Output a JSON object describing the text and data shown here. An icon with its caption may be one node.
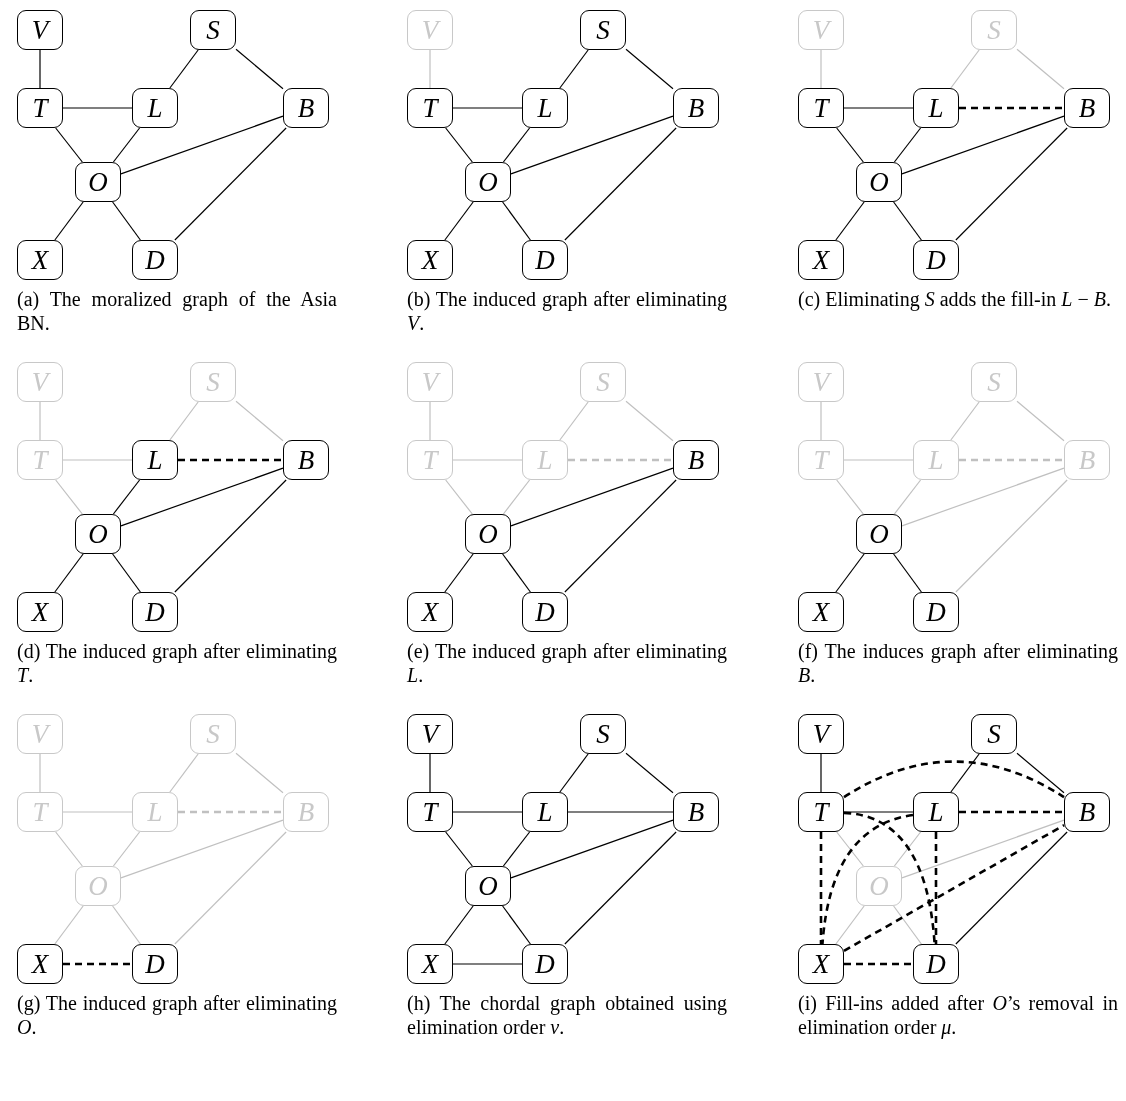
{
  "diagram": {
    "nodes": [
      {
        "text": [
          "V"
        ]
      },
      {
        "text": [
          "S"
        ]
      },
      {
        "text": [
          "T"
        ]
      },
      {
        "text": [
          "L"
        ]
      },
      {
        "text": [
          "B"
        ]
      },
      {
        "text": [
          "O"
        ]
      },
      {
        "text": [
          "X"
        ]
      },
      {
        "text": [
          "D"
        ]
      },
      {
        "text": [
          "V"
        ]
      },
      {
        "text": [
          "S"
        ]
      },
      {
        "text": [
          "T"
        ]
      },
      {
        "text": [
          "L"
        ]
      },
      {
        "text": [
          "B"
        ]
      },
      {
        "text": [
          "O"
        ]
      },
      {
        "text": [
          "X"
        ]
      },
      {
        "text": [
          "D"
        ]
      },
      {
        "text": [
          "V"
        ]
      },
      {
        "text": [
          "S"
        ]
      },
      {
        "text": [
          "T"
        ]
      },
      {
        "text": [
          "L"
        ]
      },
      {
        "text": [
          "B"
        ]
      },
      {
        "text": [
          "O"
        ]
      },
      {
        "text": [
          "X"
        ]
      },
      {
        "text": [
          "D"
        ]
      },
      {
        "text": [
          "V"
        ]
      },
      {
        "text": [
          "S"
        ]
      },
      {
        "text": [
          "T"
        ]
      },
      {
        "text": [
          "L"
        ]
      },
      {
        "text": [
          "B"
        ]
      },
      {
        "text": [
          "O"
        ]
      },
      {
        "text": [
          "X"
        ]
      },
      {
        "text": [
          "D"
        ]
      },
      {
        "text": [
          "V"
        ]
      },
      {
        "text": [
          "S"
        ]
      },
      {
        "text": [
          "T"
        ]
      },
      {
        "text": [
          "L"
        ]
      },
      {
        "text": [
          "B"
        ]
      },
      {
        "text": [
          "O"
        ]
      },
      {
        "text": [
          "X"
        ]
      },
      {
        "text": [
          "D"
        ]
      },
      {
        "text": [
          "V"
        ]
      },
      {
        "text": [
          "S"
        ]
      },
      {
        "text": [
          "T"
        ]
      },
      {
        "text": [
          "L"
        ]
      },
      {
        "text": [
          "B"
        ]
      },
      {
        "text": [
          "O"
        ]
      },
      {
        "text": [
          "X"
        ]
      },
      {
        "text": [
          "D"
        ]
      },
      {
        "text": [
          "V"
        ]
      },
      {
        "text": [
          "S"
        ]
      },
      {
        "text": [
          "T"
        ]
      },
      {
        "text": [
          "L"
        ]
      },
      {
        "text": [
          "B"
        ]
      },
      {
        "text": [
          "O"
        ]
      },
      {
        "text": [
          "X"
        ]
      },
      {
        "text": [
          "D"
        ]
      },
      {
        "text": [
          "V"
        ]
      },
      {
        "text": [
          "S"
        ]
      },
      {
        "text": [
          "T"
        ]
      },
      {
        "text": [
          "L"
        ]
      },
      {
        "text": [
          "B"
        ]
      },
      {
        "text": [
          "O"
        ]
      },
      {
        "text": [
          "X"
        ]
      },
      {
        "text": [
          "D"
        ]
      },
      {
        "text": [
          "V"
        ]
      },
      {
        "text": [
          "S"
        ]
      },
      {
        "text": [
          "T"
        ]
      },
      {
        "text": [
          "L"
        ]
      },
      {
        "text": [
          "B"
        ]
      },
      {
        "text": [
          "O"
        ]
      },
      {
        "text": [
          "X"
        ]
      },
      {
        "text": [
          "D"
        ]
      }
    ],
    "edges": [
      {
        "from": 0,
        "to": 2,
        "arrow": "none"
      },
      {
        "from": 1,
        "to": 3,
        "arrow": "none"
      },
      {
        "from": 1,
        "to": 4,
        "arrow": "none"
      },
      {
        "from": 2,
        "to": 3,
        "arrow": "none"
      },
      {
        "from": 2,
        "to": 5,
        "arrow": "none"
      },
      {
        "from": 3,
        "to": 5,
        "arrow": "none"
      },
      {
        "from": 5,
        "to": 4,
        "arrow": "none"
      },
      {
        "from": 5,
        "to": 6,
        "arrow": "none"
      },
      {
        "from": 5,
        "to": 7,
        "arrow": "none"
      },
      {
        "from": 4,
        "to": 7,
        "arrow": "none"
      },
      {
        "from": 8,
        "to": 10,
        "arrow": "none",
        "color": "#c0c0c0"
      },
      {
        "from": 9,
        "to": 11,
        "arrow": "none"
      },
      {
        "from": 9,
        "to": 12,
        "arrow": "none"
      },
      {
        "from": 10,
        "to": 11,
        "arrow": "none"
      },
      {
        "from": 10,
        "to": 13,
        "arrow": "none"
      },
      {
        "from": 11,
        "to": 13,
        "arrow": "none"
      },
      {
        "from": 13,
        "to": 12,
        "arrow": "none"
      },
      {
        "from": 13,
        "to": 14,
        "arrow": "none"
      },
      {
        "from": 13,
        "to": 15,
        "arrow": "none"
      },
      {
        "from": 12,
        "to": 15,
        "arrow": "none"
      },
      {
        "from": 16,
        "to": 18,
        "arrow": "none",
        "color": "#c0c0c0"
      },
      {
        "from": 17,
        "to": 19,
        "arrow": "none",
        "color": "#c0c0c0"
      },
      {
        "from": 17,
        "to": 20,
        "arrow": "none",
        "color": "#c0c0c0"
      },
      {
        "from": 18,
        "to": 19,
        "arrow": "none"
      },
      {
        "from": 18,
        "to": 21,
        "arrow": "none"
      },
      {
        "from": 19,
        "to": 21,
        "arrow": "none"
      },
      {
        "from": 21,
        "to": 20,
        "arrow": "none"
      },
      {
        "from": 21,
        "to": 22,
        "arrow": "none"
      },
      {
        "from": 21,
        "to": 23,
        "arrow": "none"
      },
      {
        "from": 20,
        "to": 23,
        "arrow": "none"
      },
      {
        "from": 19,
        "to": 20,
        "arrow": "none",
        "style": "dashed"
      },
      {
        "from": 24,
        "to": 26,
        "arrow": "none",
        "color": "#c0c0c0"
      },
      {
        "from": 25,
        "to": 27,
        "arrow": "none",
        "color": "#c0c0c0"
      },
      {
        "from": 25,
        "to": 28,
        "arrow": "none",
        "color": "#c0c0c0"
      },
      {
        "from": 26,
        "to": 27,
        "arrow": "none",
        "color": "#c0c0c0"
      },
      {
        "from": 26,
        "to": 29,
        "arrow": "none",
        "color": "#c0c0c0"
      },
      {
        "from": 27,
        "to": 29,
        "arrow": "none"
      },
      {
        "from": 29,
        "to": 28,
        "arrow": "none"
      },
      {
        "from": 29,
        "to": 30,
        "arrow": "none"
      },
      {
        "from": 29,
        "to": 31,
        "arrow": "none"
      },
      {
        "from": 28,
        "to": 31,
        "arrow": "none"
      },
      {
        "from": 27,
        "to": 28,
        "arrow": "none",
        "style": "dashed"
      },
      {
        "from": 32,
        "to": 34,
        "arrow": "none",
        "color": "#c0c0c0"
      },
      {
        "from": 33,
        "to": 35,
        "arrow": "none",
        "color": "#c0c0c0"
      },
      {
        "from": 33,
        "to": 36,
        "arrow": "none",
        "color": "#c0c0c0"
      },
      {
        "from": 34,
        "to": 35,
        "arrow": "none",
        "color": "#c0c0c0"
      },
      {
        "from": 34,
        "to": 37,
        "arrow": "none",
        "color": "#c0c0c0"
      },
      {
        "from": 35,
        "to": 37,
        "arrow": "none",
        "color": "#c0c0c0"
      },
      {
        "from": 37,
        "to": 36,
        "arrow": "none"
      },
      {
        "from": 37,
        "to": 38,
        "arrow": "none"
      },
      {
        "from": 37,
        "to": 39,
        "arrow": "none"
      },
      {
        "from": 36,
        "to": 39,
        "arrow": "none"
      },
      {
        "from": 35,
        "to": 36,
        "arrow": "none",
        "style": "dashed",
        "color": "#c0c0c0"
      },
      {
        "from": 40,
        "to": 42,
        "arrow": "none",
        "color": "#c0c0c0"
      },
      {
        "from": 41,
        "to": 43,
        "arrow": "none",
        "color": "#c0c0c0"
      },
      {
        "from": 41,
        "to": 44,
        "arrow": "none",
        "color": "#c0c0c0"
      },
      {
        "from": 42,
        "to": 43,
        "arrow": "none",
        "color": "#c0c0c0"
      },
      {
        "from": 42,
        "to": 45,
        "arrow": "none",
        "color": "#c0c0c0"
      },
      {
        "from": 43,
        "to": 45,
        "arrow": "none",
        "color": "#c0c0c0"
      },
      {
        "from": 45,
        "to": 44,
        "arrow": "none",
        "color": "#c0c0c0"
      },
      {
        "from": 45,
        "to": 46,
        "arrow": "none"
      },
      {
        "from": 45,
        "to": 47,
        "arrow": "none"
      },
      {
        "from": 44,
        "to": 47,
        "arrow": "none",
        "color": "#c0c0c0"
      },
      {
        "from": 43,
        "to": 44,
        "arrow": "none",
        "style": "dashed",
        "color": "#c0c0c0"
      },
      {
        "from": 48,
        "to": 50,
        "arrow": "none",
        "color": "#c0c0c0"
      },
      {
        "from": 49,
        "to": 51,
        "arrow": "none",
        "color": "#c0c0c0"
      },
      {
        "from": 49,
        "to": 52,
        "arrow": "none",
        "color": "#c0c0c0"
      },
      {
        "from": 50,
        "to": 51,
        "arrow": "none",
        "color": "#c0c0c0"
      },
      {
        "from": 50,
        "to": 53,
        "arrow": "none",
        "color": "#c0c0c0"
      },
      {
        "from": 51,
        "to": 53,
        "arrow": "none",
        "color": "#c0c0c0"
      },
      {
        "from": 53,
        "to": 52,
        "arrow": "none",
        "color": "#c0c0c0"
      },
      {
        "from": 53,
        "to": 54,
        "arrow": "none",
        "color": "#c0c0c0"
      },
      {
        "from": 53,
        "to": 55,
        "arrow": "none",
        "color": "#c0c0c0"
      },
      {
        "from": 52,
        "to": 55,
        "arrow": "none",
        "color": "#c0c0c0"
      },
      {
        "from": 51,
        "to": 52,
        "arrow": "none",
        "style": "dashed",
        "color": "#c0c0c0"
      },
      {
        "from": 54,
        "to": 55,
        "arrow": "none",
        "style": "dashed"
      },
      {
        "from": 56,
        "to": 58,
        "arrow": "none"
      },
      {
        "from": 57,
        "to": 59,
        "arrow": "none"
      },
      {
        "from": 57,
        "to": 60,
        "arrow": "none"
      },
      {
        "from": 58,
        "to": 59,
        "arrow": "none"
      },
      {
        "from": 58,
        "to": 61,
        "arrow": "none"
      },
      {
        "from": 59,
        "to": 61,
        "arrow": "none"
      },
      {
        "from": 61,
        "to": 60,
        "arrow": "none"
      },
      {
        "from": 61,
        "to": 62,
        "arrow": "none"
      },
      {
        "from": 61,
        "to": 63,
        "arrow": "none"
      },
      {
        "from": 60,
        "to": 63,
        "arrow": "none"
      },
      {
        "from": 59,
        "to": 60,
        "arrow": "none"
      },
      {
        "from": 62,
        "to": 63,
        "arrow": "none"
      },
      {
        "from": 64,
        "to": 66,
        "arrow": "none"
      },
      {
        "from": 65,
        "to": 67,
        "arrow": "none"
      },
      {
        "from": 65,
        "to": 68,
        "arrow": "none"
      },
      {
        "from": 66,
        "to": 67,
        "arrow": "none"
      },
      {
        "from": 66,
        "to": 69,
        "arrow": "none",
        "color": "#c0c0c0"
      },
      {
        "from": 67,
        "to": 69,
        "arrow": "none",
        "color": "#c0c0c0"
      },
      {
        "from": 69,
        "to": 68,
        "arrow": "none",
        "color": "#c0c0c0"
      },
      {
        "from": 69,
        "to": 70,
        "arrow": "none",
        "color": "#c0c0c0"
      },
      {
        "from": 69,
        "to": 71,
        "arrow": "none",
        "color": "#c0c0c0"
      },
      {
        "from": 68,
        "to": 71,
        "arrow": "none"
      },
      {
        "from": 67,
        "to": 68,
        "arrow": "none",
        "style": "dashed"
      },
      {
        "from": 66,
        "to": 68,
        "arrow": "none",
        "style": "dashed"
      },
      {
        "from": 66,
        "to": 70,
        "arrow": "none",
        "style": "dashed"
      },
      {
        "from": 66,
        "to": 71,
        "arrow": "none",
        "style": "dashed"
      },
      {
        "from": 67,
        "to": 70,
        "arrow": "none",
        "style": "dashed"
      },
      {
        "from": 67,
        "to": 71,
        "arrow": "none",
        "style": "dashed"
      },
      {
        "from": 70,
        "to": 68,
        "arrow": "none",
        "style": "dashed"
      },
      {
        "from": 70,
        "to": 71,
        "arrow": "none",
        "style": "dashed"
      }
    ],
    "labels": [
      "(a) The moralized graph of the Asia BN.",
      "(b) The induced graph after eliminating *V*.",
      "(c) Eliminating *S* adds the fill-in *L* − *B*.",
      "(d) The induced graph after eliminating *T*.",
      "(e) The induced graph after eliminating *L*.",
      "(f) The induces graph after eliminating *B*.",
      "(g) The induced graph after eliminating *O*.",
      "(h) The chordal graph obtained using elimination order *ν*.",
      "(i) Fill-ins added after *O*’s removal in elimination order *μ*."
    ]
  }
}
